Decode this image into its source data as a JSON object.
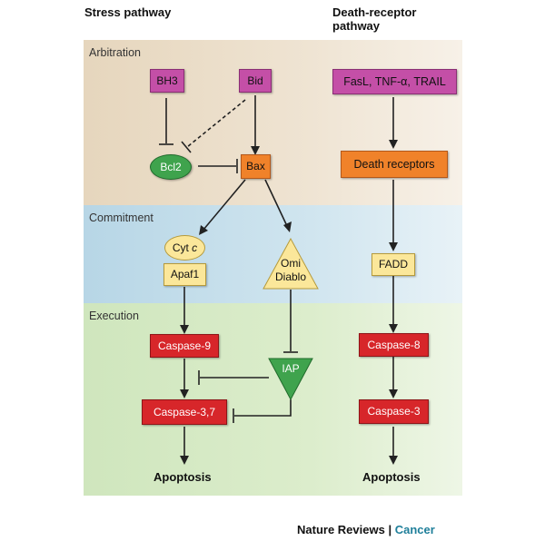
{
  "headers": {
    "stress": "Stress pathway",
    "death_receptor_line1": "Death-receptor",
    "death_receptor_line2": "pathway"
  },
  "zones": {
    "arbitration": "Arbitration",
    "commitment": "Commitment",
    "execution": "Execution"
  },
  "nodes": {
    "bh3": "BH3",
    "bid": "Bid",
    "ligands": "FasL, TNF-α, TRAIL",
    "bcl2": "Bcl2",
    "bax": "Bax",
    "death_receptors": "Death receptors",
    "cyt_c_main": "Cyt ",
    "cyt_c_italic": "c",
    "apaf1": "Apaf1",
    "omi": "Omi",
    "diablo": "Diablo",
    "fadd": "FADD",
    "caspase9": "Caspase-9",
    "iap": "IAP",
    "caspase37": "Caspase-3,7",
    "caspase8": "Caspase-8",
    "caspase3": "Caspase-3"
  },
  "outcomes": {
    "left": "Apoptosis",
    "right": "Apoptosis"
  },
  "footer": {
    "brand_a": "Nature Reviews",
    "separator": " | ",
    "brand_b": "Cancer"
  },
  "colors": {
    "arbitration_bg": "#e9dcc5",
    "commitment_bg": "#c9e1ec",
    "execution_bg": "#d8ebc6",
    "purple": "#c44fa7",
    "orange": "#f0822a",
    "yellow": "#fbe79a",
    "red": "#d7262a",
    "green": "#3fa34d",
    "brand_accent": "#1f7f9a"
  }
}
